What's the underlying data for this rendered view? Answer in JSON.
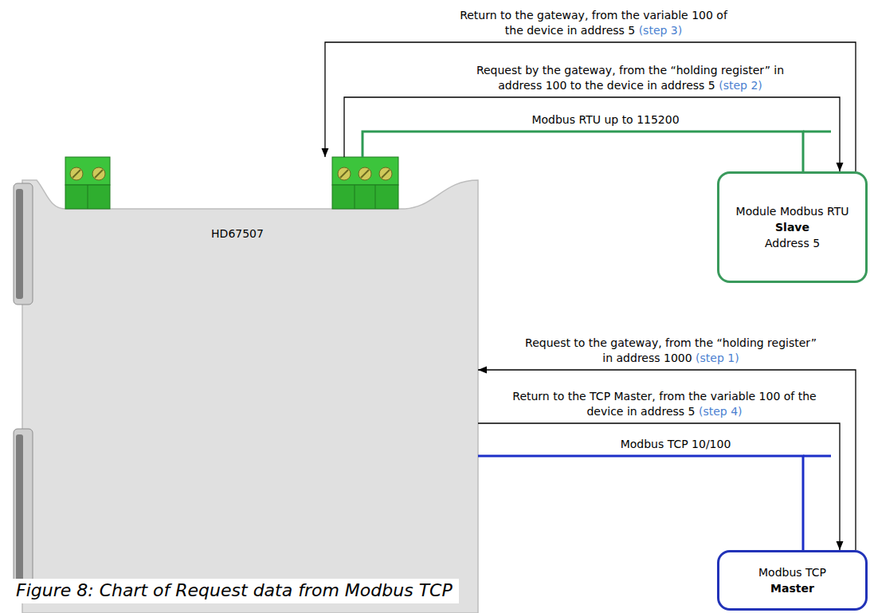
{
  "diagram": {
    "caption": "Figure 8: Chart of Request data from Modbus TCP",
    "nodes": [
      {
        "text": [
          "HD67507"
        ]
      },
      {
        "text": [
          "Module Modbus RTU",
          "Slave",
          "Address 5"
        ]
      },
      {
        "text": [
          "Modbus TCP",
          "Master"
        ]
      }
    ],
    "edges": [
      {
        "from": 1,
        "to": 0,
        "arrow": "to",
        "label": "Return to the gateway, from the variable 100 of the device in address 5 (step 3)"
      },
      {
        "from": 0,
        "to": 1,
        "arrow": "to",
        "label": "Request by the gateway, from the “holding register” in address 100 to the device in address 5 (step 2)"
      },
      {
        "from": 0,
        "to": 1,
        "arrow": "none",
        "label": "Modbus RTU up to 115200"
      },
      {
        "from": 2,
        "to": 0,
        "arrow": "to",
        "label": "Request to the gateway, from the “holding register” in address 1000 (step 1)"
      },
      {
        "from": 0,
        "to": 2,
        "arrow": "to",
        "label": "Return to the TCP Master, from the variable 100 of the device in address 5 (step 4)"
      },
      {
        "from": 0,
        "to": 2,
        "arrow": "none",
        "label": "Modbus TCP 10/100"
      }
    ]
  }
}
